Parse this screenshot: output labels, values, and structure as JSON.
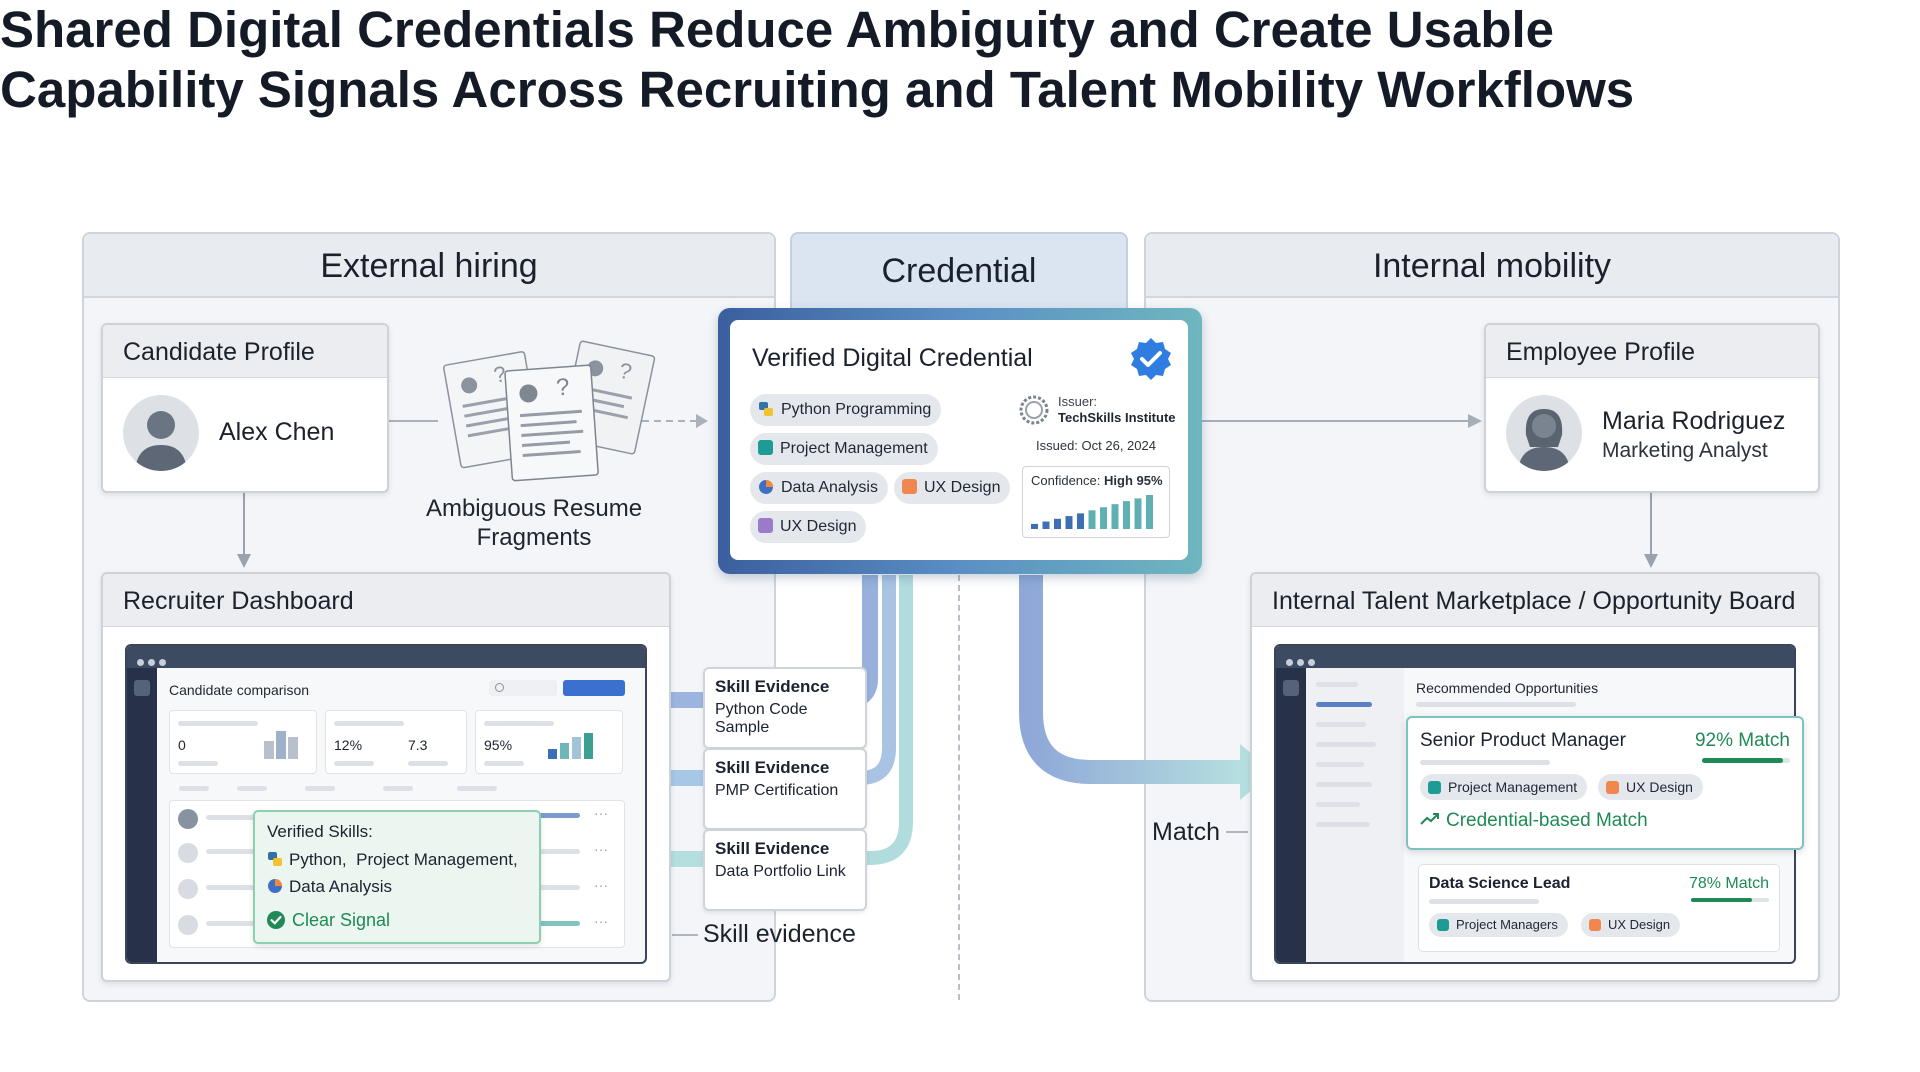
{
  "title": "Shared Digital Credentials Reduce Ambiguity and Create Usable Capability Signals Across Recruiting and Talent Mobility Workflows",
  "sections": {
    "external": "External hiring",
    "credential": "Credential",
    "internal": "Internal mobility"
  },
  "candidate": {
    "header": "Candidate Profile",
    "name": "Alex Chen"
  },
  "resume": {
    "label_line1": "Ambiguous Resume",
    "label_line2": "Fragments"
  },
  "credential_card": {
    "title": "Verified Digital Credential",
    "skills": [
      "Python Programming",
      "Project Management",
      "Data Analysis",
      "UX Design",
      "UX Design"
    ],
    "issuer_label": "Issuer:",
    "issuer_name": "TechSkills Institute",
    "issued": "Issued: Oct 26, 2024",
    "confidence_label": "Confidence:",
    "confidence_value": "High 95%",
    "confidence_bars": [
      0.15,
      0.22,
      0.3,
      0.38,
      0.46,
      0.55,
      0.64,
      0.73,
      0.82,
      0.9,
      1.0
    ]
  },
  "employee": {
    "header": "Employee Profile",
    "name": "Maria Rodriguez",
    "role": "Marketing Analyst"
  },
  "recruiter": {
    "header": "Recruiter Dashboard",
    "screen_title": "Candidate comparison",
    "metrics": [
      "0",
      "12%",
      "7.3",
      "95%"
    ],
    "verified_title": "Verified Skills:",
    "verified_line1_a": "Python,",
    "verified_line1_b": "Project Management,",
    "verified_line2": "Data Analysis",
    "signal": "Clear Signal",
    "row_more": "···"
  },
  "evidence": [
    {
      "title": "Skill Evidence",
      "detail": "Python Code Sample"
    },
    {
      "title": "Skill Evidence",
      "detail": "PMP Certification"
    },
    {
      "title": "Skill Evidence",
      "detail": "Data Portfolio Link"
    }
  ],
  "skill_evidence_label": "Skill evidence",
  "match_label": "Match",
  "marketplace": {
    "header": "Internal Talent Marketplace / Opportunity Board",
    "screen_title": "Recommended Opportunities",
    "opp1": {
      "title": "Senior Product Manager",
      "match": "92% Match",
      "match_fraction": 0.92,
      "chips": [
        "Project Management",
        "UX Design"
      ],
      "signal": "Credential-based Match"
    },
    "opp2": {
      "title": "Data Science Lead",
      "match": "78% Match",
      "match_fraction": 0.78,
      "chips": [
        "Project Managers",
        "UX Design"
      ]
    }
  },
  "colors": {
    "verified_blue": "#2f7de1",
    "match_green": "#1f8a55",
    "flow_blue": "#8ea9d8",
    "flow_teal": "#7fc7c6"
  }
}
